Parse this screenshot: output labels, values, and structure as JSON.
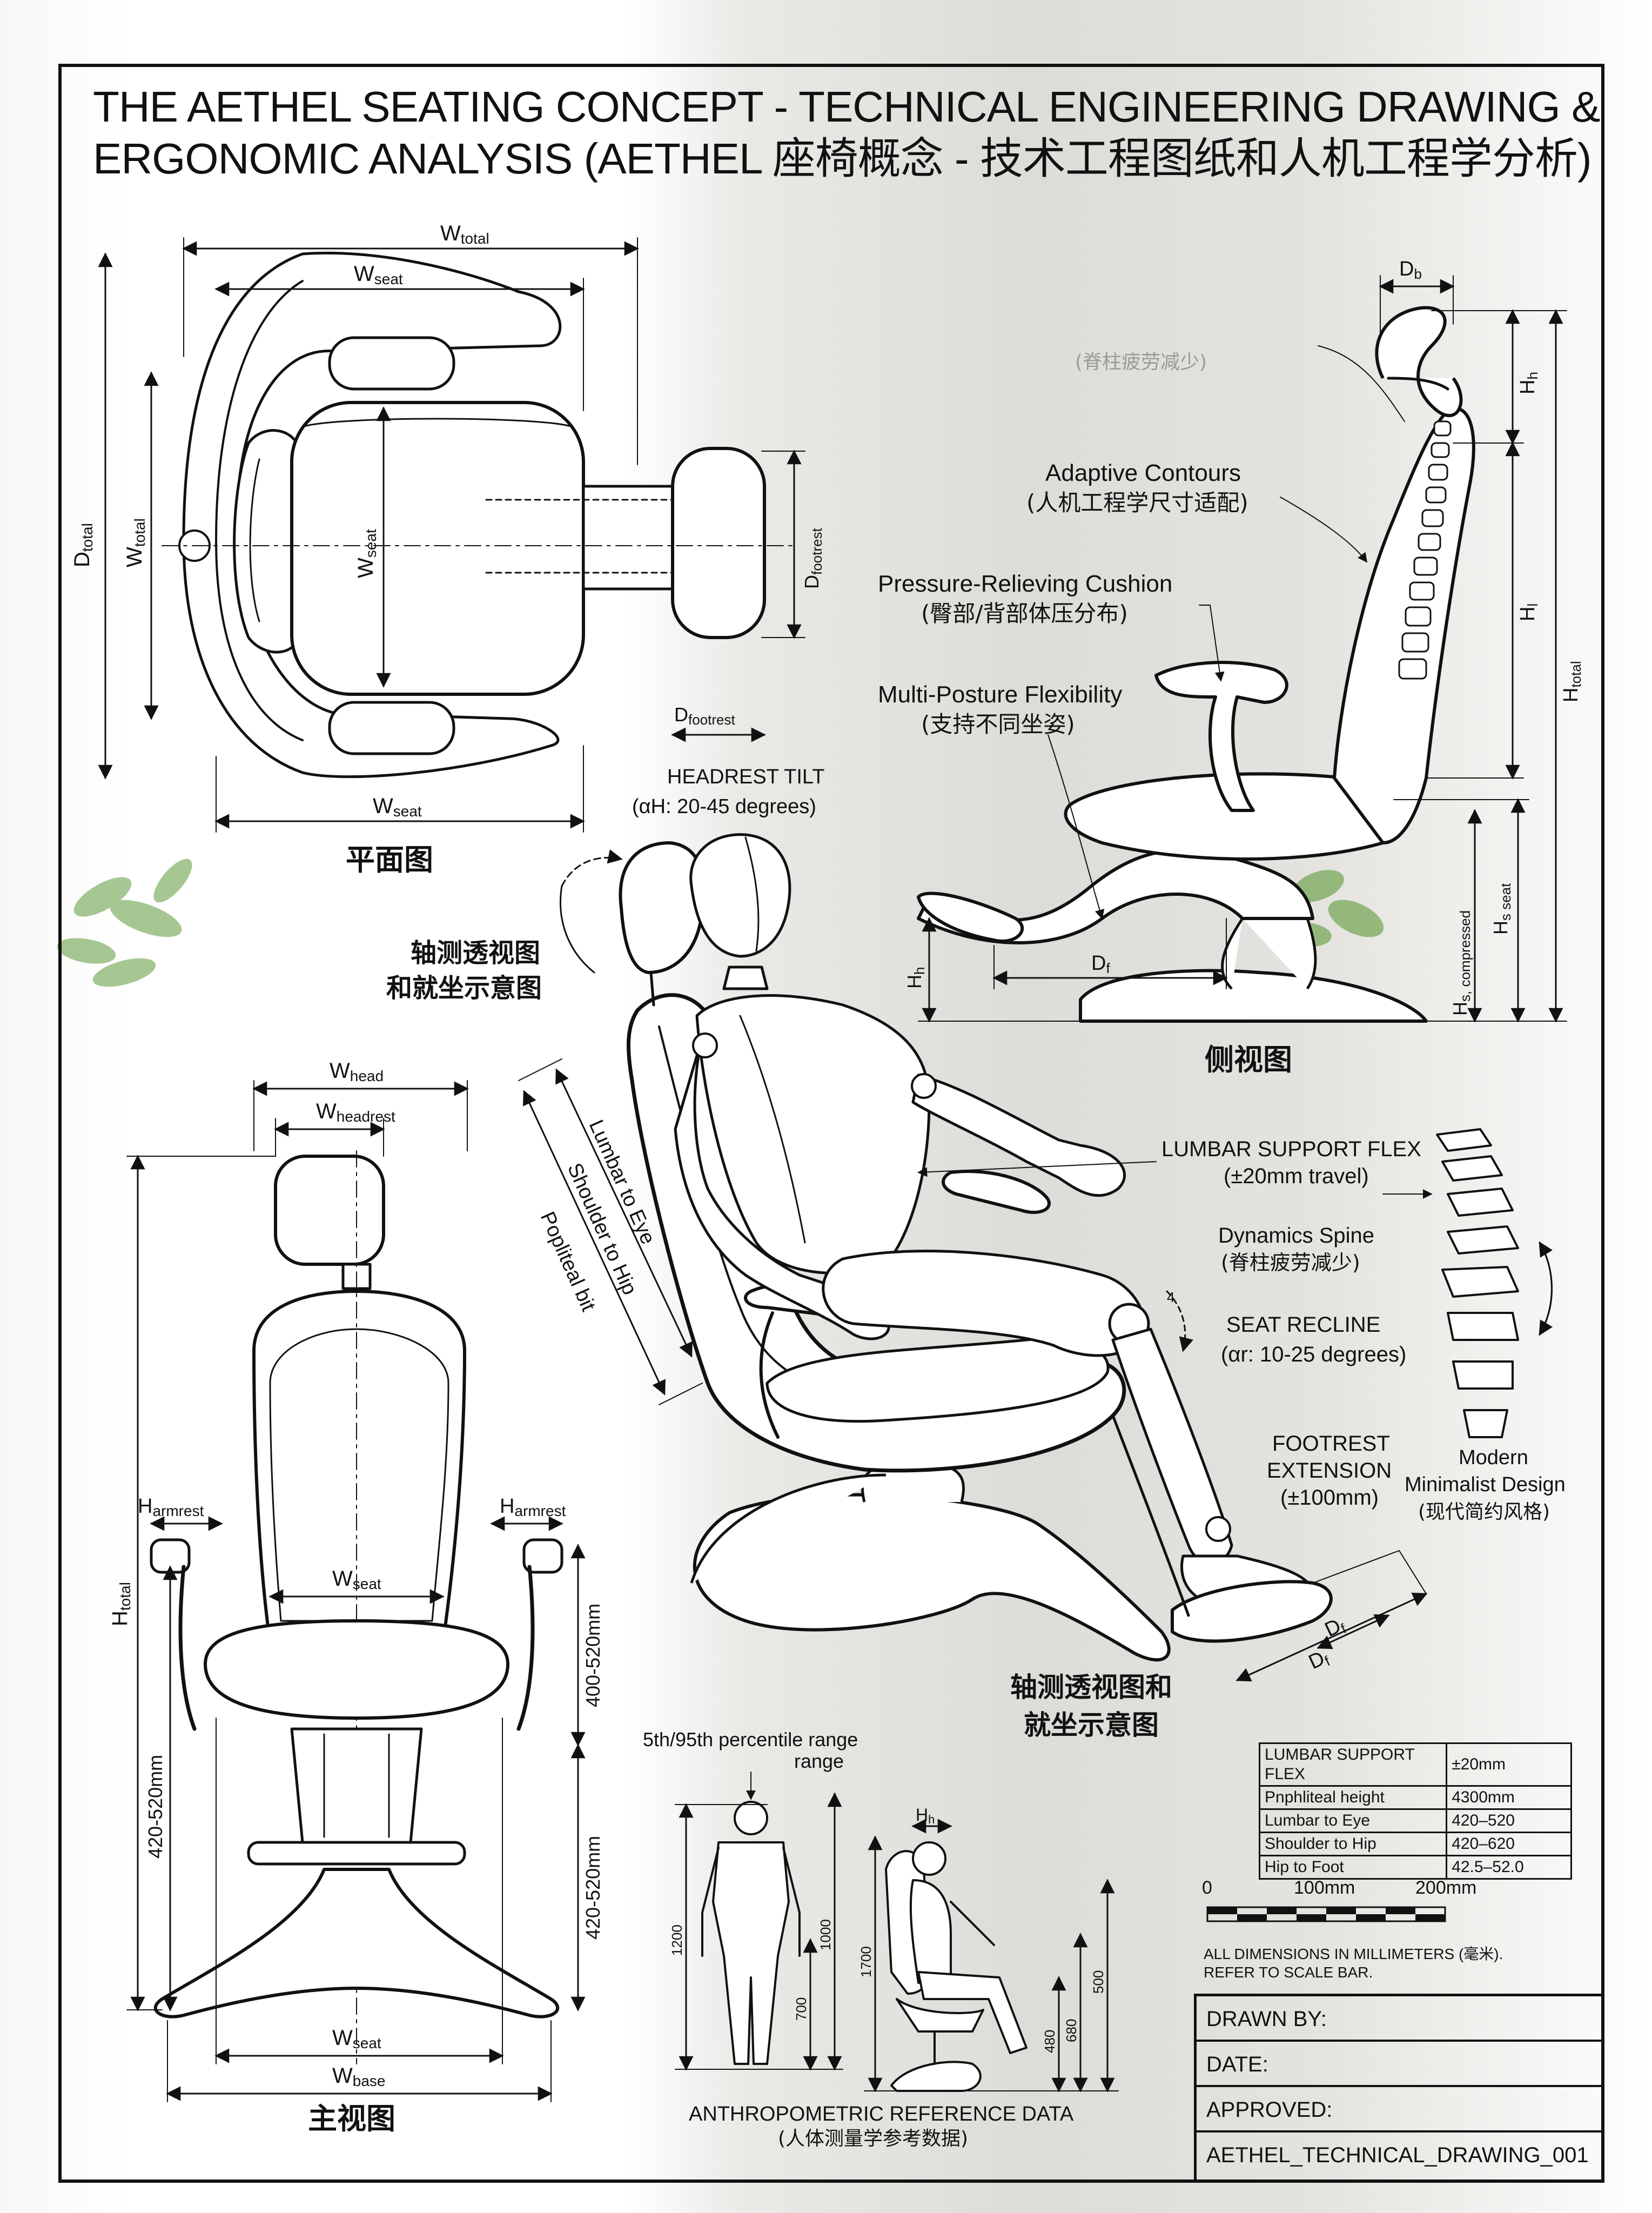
{
  "title": {
    "line1": "THE AETHEL SEATING CONCEPT - TECHNICAL ENGINEERING DRAWING &",
    "line2": "ERGONOMIC ANALYSIS (AETHEL 座椅概念 - 技术工程图纸和人机工程学分析)"
  },
  "plan_view": {
    "caption": "平面图",
    "dims": {
      "w_total": "W",
      "w_total_sub": "total",
      "w_seat": "W",
      "w_seat_sub": "seat",
      "d_total": "D",
      "d_total_sub": "total",
      "d_footrest": "D",
      "d_footrest_sub": "footrest"
    }
  },
  "side_view": {
    "caption": "侧视图",
    "faded_note": "(脊柱疲劳减少)",
    "dims": {
      "d_b": "D",
      "d_b_sub": "b",
      "h_h": "H",
      "h_h_sub": "h",
      "h_l": "H",
      "h_l_sub": "l",
      "h_total": "H",
      "h_total_sub": "total",
      "h_s_compressed": "H",
      "h_s_compressed_sub": "s, compressed",
      "h_s_seat": "H",
      "h_s_seat_sub": "s seat",
      "d_f": "D",
      "d_f_sub": "f"
    },
    "callouts": [
      {
        "en": "Adaptive Contours",
        "cn": "(人机工程学尺寸适配)"
      },
      {
        "en": "Pressure-Relieving Cushion",
        "cn": "(臀部/背部体压分布)"
      },
      {
        "en": "Multi-Posture Flexibility",
        "cn": "(支持不同坐姿)"
      }
    ]
  },
  "iso_view": {
    "caption_a_1": "轴测透视图",
    "caption_a_2": "和就坐示意图",
    "caption_b_1": "轴测透视图和",
    "caption_b_2": "就坐示意图",
    "headrest_tilt": "HEADREST TILT",
    "headrest_tilt_range": "(αH: 20-45 degrees)",
    "body_dims": [
      "Lumbar to Eye",
      "Shoulder to Hip",
      "Popliteal bit"
    ],
    "lumbar_flex": "LUMBAR SUPPORT FLEX",
    "lumbar_flex_range": "(±20mm travel)",
    "dynamics_spine": "Dynamics Spine",
    "dynamics_spine_cn": "(脊柱疲劳减少)",
    "seat_recline": "SEAT RECLINE",
    "seat_recline_range": "(αr: 10-25 degrees)",
    "footrest_ext_1": "FOOTREST",
    "footrest_ext_2": "EXTENSION",
    "footrest_ext_range": "(±100mm)",
    "modern_1": "Modern",
    "modern_2": "Minimalist Design",
    "modern_cn": "(现代简约风格)",
    "d_f": "D",
    "d_f_sub": "f",
    "angle_mark": "4"
  },
  "front_view": {
    "caption": "主视图",
    "dims": {
      "w_head": "W",
      "w_head_sub": "head",
      "w_headrest": "W",
      "w_headrest_sub": "headrest",
      "h_armrest": "H",
      "h_armrest_sub": "armrest",
      "w_seat": "W",
      "w_seat_sub": "seat",
      "h_total": "H",
      "h_total_sub": "total",
      "w_base": "W",
      "w_base_sub": "base",
      "range_upper": "400-520mm",
      "range_lower": "420-520mm",
      "range_left": "420-520mm"
    }
  },
  "anthro": {
    "percentile_1": "5th/95th percentile range",
    "percentile_2": "range",
    "h_h": "H",
    "h_h_sub": "h",
    "standing_dims": [
      "1200",
      "700",
      "1000"
    ],
    "seated_dims": [
      "1700",
      "480",
      "680",
      "500"
    ],
    "caption_en": "ANTHROPOMETRIC REFERENCE DATA",
    "caption_cn": "(人体测量学参考数据)"
  },
  "spec_table": [
    [
      "LUMBAR SUPPORT FLEX",
      "±20mm"
    ],
    [
      "Pnphliteal height",
      "4300mm"
    ],
    [
      "Lumbar to Eye",
      "420–520"
    ],
    [
      "Shoulder to Hip",
      "420–620"
    ],
    [
      "Hip to Foot",
      "42.5–52.0"
    ]
  ],
  "scale_bar": {
    "labels": [
      "0",
      "100mm",
      "200mm"
    ],
    "segments": 8
  },
  "notes": {
    "line1": "ALL DIMENSIONS IN MILLIMETERS (毫米).",
    "line2": "REFER TO SCALE BAR."
  },
  "title_block": {
    "drawn_by": "DRAWN BY:",
    "date": "DATE:",
    "approved": "APPROVED:",
    "drawing_no": "AETHEL_TECHNICAL_DRAWING_001"
  },
  "colors": {
    "ink": "#111111",
    "paper": "#ffffff",
    "wall": "#dddcd8",
    "plant": "#5f9a3a"
  }
}
